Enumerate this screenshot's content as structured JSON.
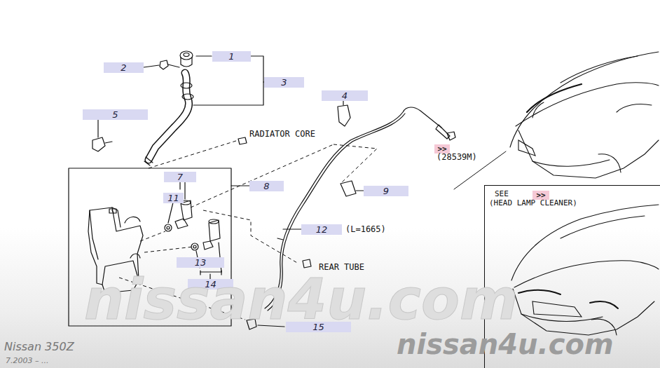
{
  "diagram": {
    "nodes": [
      {
        "text": [
          "1"
        ]
      },
      {
        "text": [
          "2"
        ]
      },
      {
        "text": [
          "3"
        ]
      },
      {
        "text": [
          "4"
        ]
      },
      {
        "text": [
          "5"
        ]
      },
      {
        "text": [
          ">>"
        ]
      },
      {
        "text": [
          "7"
        ]
      },
      {
        "text": [
          "8"
        ]
      },
      {
        "text": [
          "9"
        ]
      },
      {
        "text": [
          "SEE",
          "(HEAD LAMP CLEANER)"
        ]
      },
      {
        "text": [
          ">>"
        ],
        "in": 9
      },
      {
        "text": [
          "11"
        ]
      },
      {
        "text": [
          "12"
        ]
      },
      {
        "text": [
          "13"
        ]
      },
      {
        "text": [
          "14"
        ]
      },
      {
        "text": [
          "15"
        ]
      }
    ],
    "labels": [
      "RADIATOR CORE",
      "(28539M)",
      "(L=1665)",
      "REAR TUBE",
      "nissan4u.com",
      "nissan4u.com",
      "Nissan 350Z",
      "7.2003 – ..."
    ]
  }
}
